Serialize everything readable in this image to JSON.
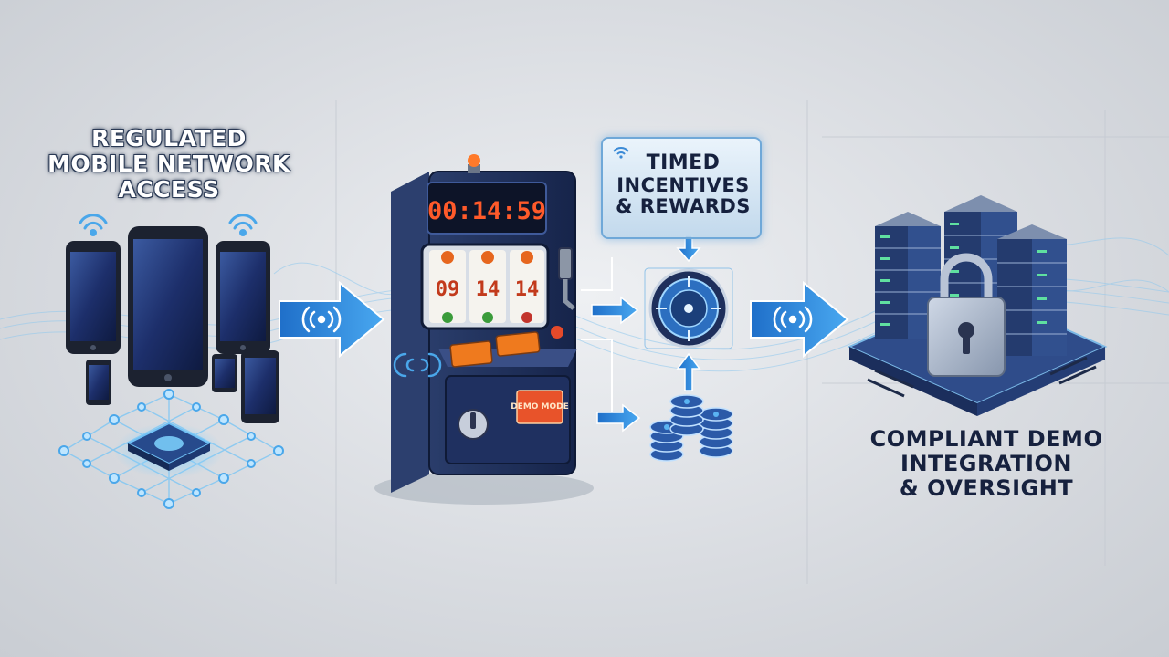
{
  "labels": {
    "left": [
      "REGULATED",
      "MOBILE NETWORK",
      "ACCESS"
    ],
    "middle": [
      "TIMED",
      "INCENTIVES",
      "& REWARDS"
    ],
    "right": [
      "COMPLIANT DEMO",
      "INTEGRATION",
      "& OVERSIGHT"
    ]
  },
  "slot_machine": {
    "timer": "00:14:59",
    "reels": [
      "09",
      "14",
      "14"
    ],
    "demo_sign": "DEMO MODE"
  },
  "colors": {
    "accent_blue": "#2f8fe0",
    "navy": "#1c2c4f",
    "timer_red": "#ff5a2a",
    "orange": "#ef7a1e"
  },
  "icons": [
    "wifi-icon",
    "arrow-right-icon",
    "signal-waves-icon",
    "lock-icon",
    "coin-stack-icon",
    "target-dial-icon",
    "server-rack-icon"
  ]
}
